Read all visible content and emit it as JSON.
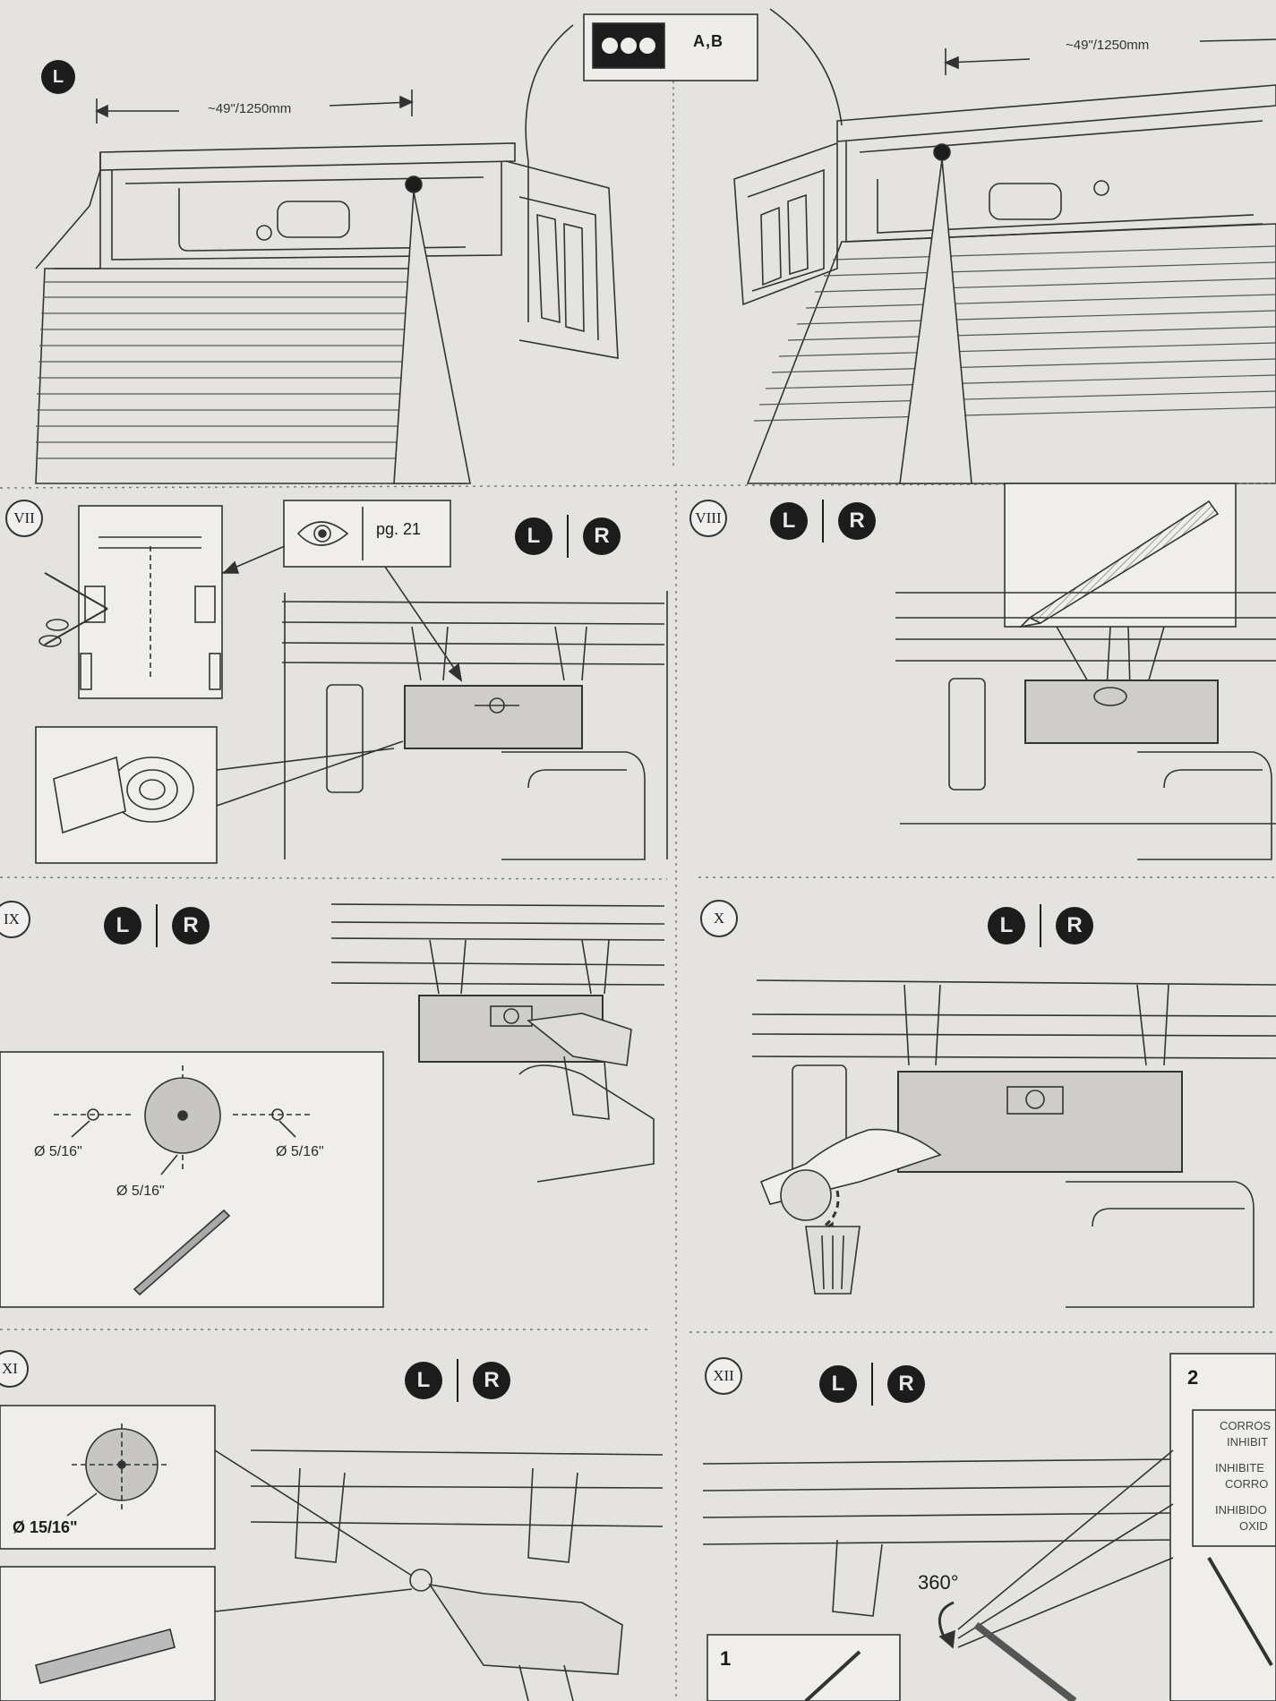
{
  "top": {
    "dimension_left": "~49\"/1250mm",
    "dimension_right": "~49\"/1250mm",
    "side_left": "L",
    "kit_label": "A,B"
  },
  "steps": [
    {
      "numeral": "VII",
      "side_l": "L",
      "side_r": "R",
      "reference": "pg. 21"
    },
    {
      "numeral": "VIII",
      "side_l": "L",
      "side_r": "R"
    },
    {
      "numeral": "IX",
      "side_l": "L",
      "side_r": "R",
      "hole_left": "Ø 5/16\"",
      "hole_center": "Ø 5/16\"",
      "hole_right": "Ø 5/16\""
    },
    {
      "numeral": "X",
      "side_l": "L",
      "side_r": "R"
    },
    {
      "numeral": "XI",
      "side_l": "L",
      "side_r": "R",
      "hole": "Ø 15/16\""
    },
    {
      "numeral": "XII",
      "side_l": "L",
      "side_r": "R",
      "rotation": "360°",
      "sub_1": "1",
      "sub_2": "2",
      "label_lines": [
        "CORROS",
        "INHIBIT",
        "INHIBITE",
        "CORRO",
        "INHIBIDO",
        "OXID"
      ]
    }
  ]
}
